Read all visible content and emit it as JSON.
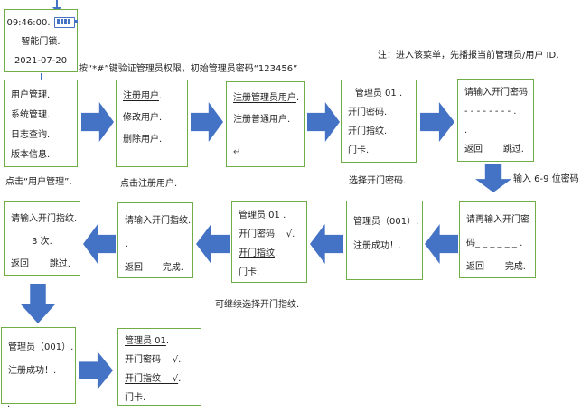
{
  "colors": {
    "node_border": "#70AD47",
    "arrow": "#4472C4",
    "text": "#1f1f1f"
  },
  "nodes": {
    "home": {
      "time": "09:46:00.",
      "title": "智能门锁.",
      "date": "2021-07-20"
    },
    "main_menu": {
      "item1": "用户管理.",
      "item2": "系统管理.",
      "item3": "日志查询.",
      "item4": "版本信息."
    },
    "register_menu": {
      "item1_u": "注册用户",
      "item1_rest": ".",
      "item2": "修改用户.",
      "item3": "删除用户."
    },
    "register_type": {
      "item1_u": "注册管理员用户",
      "item1_rest": ".",
      "item2": "注册普通用户.",
      "return_mark": "↵"
    },
    "credential_menu_1": {
      "header_u": "管理员 01",
      "header_rest": " .",
      "item1_u": "开门密码",
      "item1_rest": ".",
      "item2": "开门指纹.",
      "item3": "门卡."
    },
    "enter_password": {
      "prompt": "请输入开门密码.",
      "input": "- - - - - - - - .",
      "blank": ".",
      "btn_left": "返回",
      "btn_right": "跳过."
    },
    "reenter_password": {
      "prompt1": "请再输入开门密",
      "prompt2": "码_ _ _ _ _ _ .",
      "btn_left": "返回",
      "btn_right": "完成."
    },
    "success_1": {
      "line1": "管理员（001）.",
      "line2": "注册成功！."
    },
    "credential_menu_2": {
      "header_u": "管理员 01",
      "header_rest": " .",
      "item1": "开门密码    √.",
      "item2_u": "开门指纹",
      "item2_rest": ".",
      "item3": "门卡."
    },
    "fingerprint_confirm": {
      "prompt": "请输入开门指纹.",
      "blank": ".",
      "btn_left": "返回",
      "btn_right": "完成."
    },
    "fingerprint_prompt": {
      "prompt": "请输入开门指纹.",
      "times": "3 次.",
      "btn_left": "返回",
      "btn_right": "跳过."
    },
    "success_2": {
      "line1": "管理员（001）.",
      "line2": "注册成功！."
    },
    "credential_menu_3": {
      "header_u": "管理员 01",
      "header_rest": ".",
      "item1": "开门密码    √.",
      "item2_u": "开门指纹    √",
      "item2_rest": ".",
      "item3": "门卡."
    }
  },
  "annotations": {
    "verify_note": "按“*#”键验证管理员权限，初始管理员密码“123456”",
    "menu_note": "注：进入该菜单，先播报当前管理员/用户 ID.",
    "click_user_mgmt": "点击“用户管理”.",
    "click_register": "点击注册用户.",
    "select_password": "选择开门密码.",
    "enter_digits": "输入 6-9 位密码",
    "continue_fingerprint": "可继续选择开门指纹.",
    "stray_dot": "."
  }
}
